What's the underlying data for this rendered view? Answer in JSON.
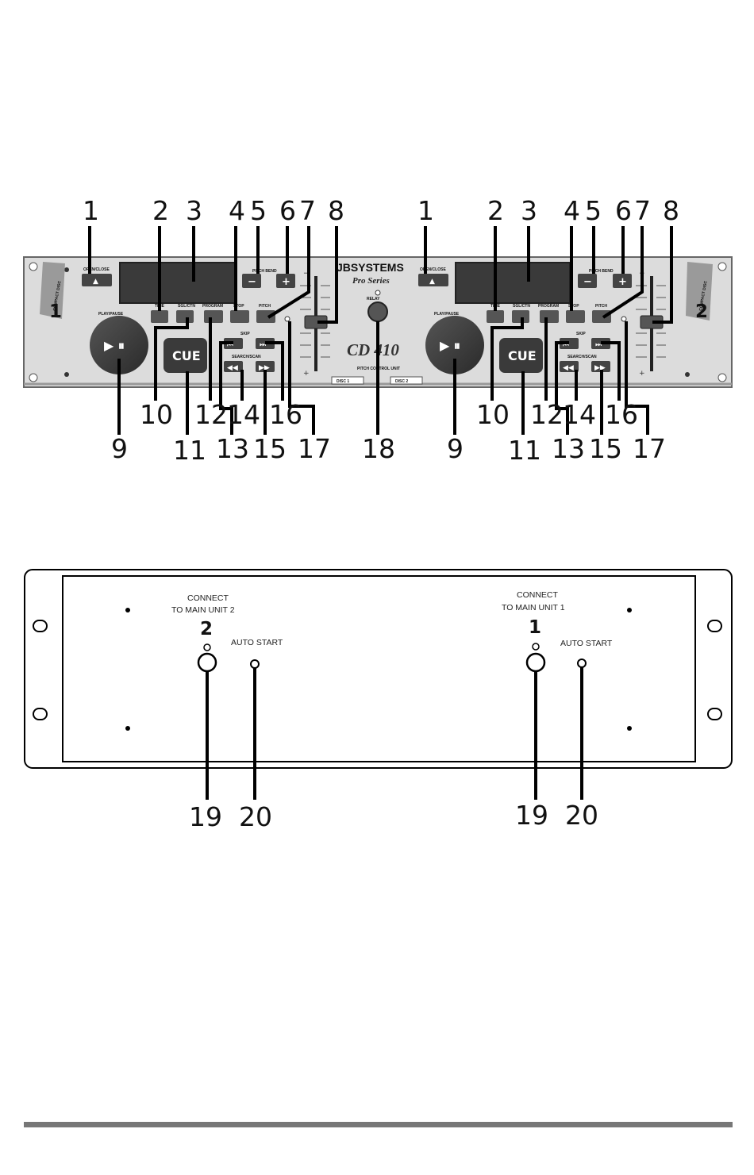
{
  "front_panel": {
    "brand": "JBSYSTEMS",
    "series": "Pro Series",
    "model": "CD 410",
    "pitch_control_unit": "PITCH CONTROL UNIT",
    "relay": "RELAY",
    "disc_tab_1": "DISC 1",
    "disc_tab_2": "DISC 2",
    "decks": [
      {
        "badge_text": "COMPACT DISC",
        "badge_number": "1",
        "open_close": "OPEN/CLOSE",
        "pitch_bend": "PITCH BEND",
        "bend_minus": "−",
        "bend_plus": "+",
        "buttons": [
          "TIME",
          "SGL/CTN",
          "PROGRAM",
          "STOP",
          "PITCH"
        ],
        "play_pause_label": "PLAY/PAUSE",
        "play_pause_symbol": "▶ ⏸",
        "cue": "CUE",
        "skip": "SKIP",
        "search_scan": "SEARCH/SCAN",
        "fader_minus": "−",
        "fader_plus": "+"
      },
      {
        "badge_text": "COMPACT DISC",
        "badge_number": "2",
        "open_close": "OPEN/CLOSE",
        "pitch_bend": "PITCH BEND",
        "bend_minus": "−",
        "bend_plus": "+",
        "buttons": [
          "TIME",
          "SGL/CTN",
          "PROGRAM",
          "STOP",
          "PITCH"
        ],
        "play_pause_label": "PLAY/PAUSE",
        "play_pause_symbol": "▶ ⏸",
        "cue": "CUE",
        "skip": "SKIP",
        "search_scan": "SEARCH/SCAN",
        "fader_minus": "−",
        "fader_plus": "+"
      }
    ],
    "callouts": {
      "top": [
        "1",
        "2",
        "3",
        "4",
        "5",
        "6",
        "7",
        "8",
        "1",
        "2",
        "3",
        "4",
        "5",
        "6",
        "7",
        "8"
      ],
      "bottom": [
        "10",
        "12",
        "14",
        "16",
        "9",
        "11",
        "13",
        "15",
        "17",
        "18",
        "10",
        "12",
        "14",
        "16",
        "9",
        "11",
        "13",
        "15",
        "17"
      ]
    }
  },
  "rear_panel": {
    "left": {
      "connect_line1": "CONNECT",
      "connect_line2": "TO MAIN UNIT 2",
      "unit_number": "2",
      "auto_start": "AUTO START"
    },
    "right": {
      "connect_line1": "CONNECT",
      "connect_line2": "TO MAIN UNIT 1",
      "unit_number": "1",
      "auto_start": "AUTO START"
    },
    "callouts": [
      "19",
      "20",
      "19",
      "20"
    ]
  }
}
